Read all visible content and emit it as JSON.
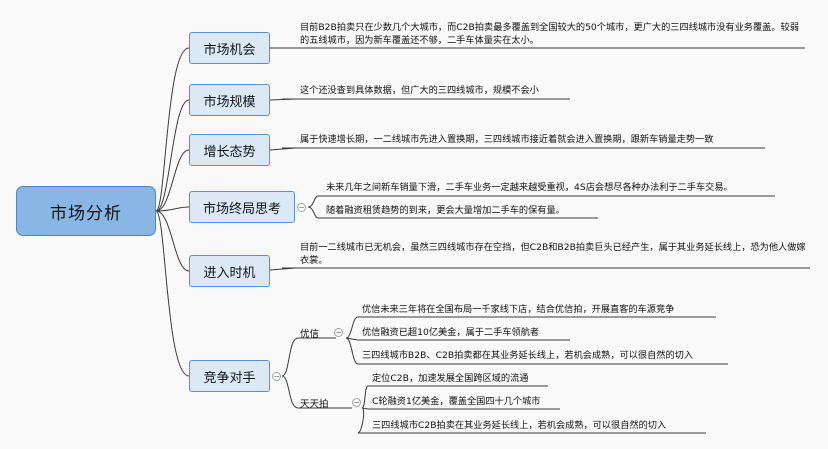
{
  "root": {
    "label": "市场分析"
  },
  "branches": [
    {
      "label": "市场机会",
      "notes": [
        "目前B2B拍卖只在少数几个大城市，而C2B拍卖最多覆盖到全国较大的50个城市，更广大的三四线城市没有业务覆盖。较弱的五线城市，因为新车覆盖还不够，二手车体量实在太小。"
      ]
    },
    {
      "label": "市场规模",
      "notes": [
        "这个还没查到具体数据，但广大的三四线城市，规模不会小"
      ]
    },
    {
      "label": "增长态势",
      "notes": [
        "属于快速增长期，一二线城市先进入置换期，三四线城市接近着就会进入置换期，跟新车销量走势一致"
      ]
    },
    {
      "label": "市场终局思考",
      "notes": [
        "未来几年之间新车销量下滑，二手车业务一定越来越受重视，4S店会想尽各种办法利于二手车交易。",
        "随着融资租赁趋势的到来，更会大量增加二手车的保有量。"
      ]
    },
    {
      "label": "进入时机",
      "notes": [
        "目前一二线城市已无机会，虽然三四线城市存在空挡，但C2B和B2B拍卖巨头已经产生，属于其业务延长线上，恐为他人做嫁衣裳。"
      ]
    },
    {
      "label": "竞争对手",
      "competitors": [
        {
          "name": "优信",
          "notes": [
            "优信未来三年将在全国布局一千家线下店，结合优信拍，开展直客的车源竞争",
            "优信融资已超10亿美金，属于二手车领航者",
            "三四线城市B2B、C2B拍卖都在其业务延长线上，若机会成熟，可以很自然的切入"
          ]
        },
        {
          "name": "天天拍",
          "notes": [
            "定位C2B，加速发展全国跨区域的流通",
            "C轮融资1亿美金，覆盖全国四十几个城市",
            "三四线城市C2B拍卖在其业务延长线上，若机会成熟，可以很自然的切入"
          ]
        }
      ]
    }
  ],
  "colors": {
    "root_fill": "#88b7e6",
    "branch_fill": "#dbe9f7",
    "border": "#5b8fca",
    "line": "#333333"
  }
}
